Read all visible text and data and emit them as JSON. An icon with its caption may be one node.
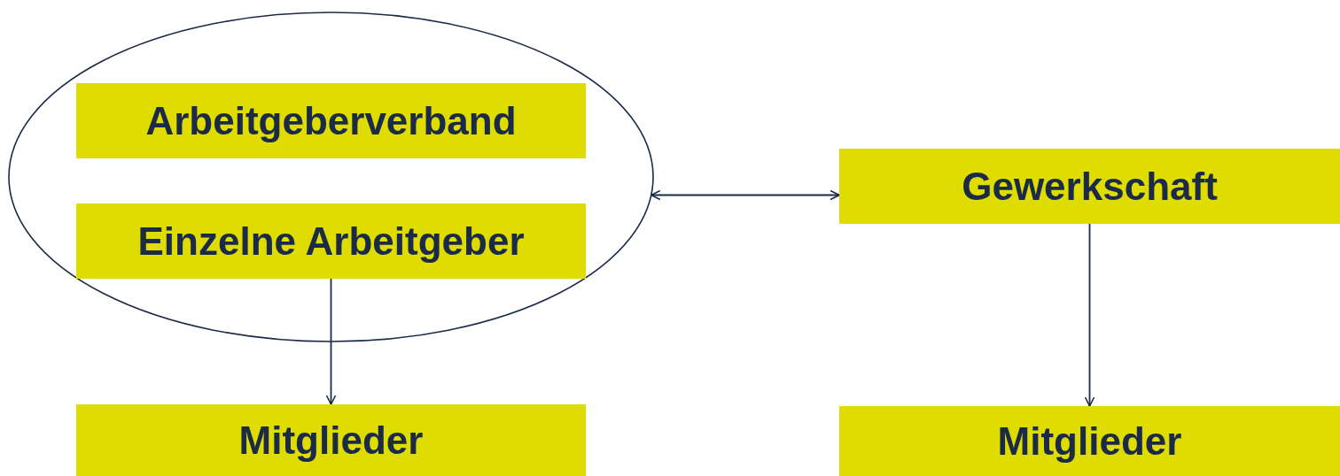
{
  "diagram": {
    "nodes": [
      {
        "text": [],
        "shape": "ellipse"
      },
      {
        "text": [
          "Arbeitgeberverband"
        ],
        "in": 0
      },
      {
        "text": [
          "Einzelne Arbeitgeber"
        ],
        "in": 0
      },
      {
        "text": [
          "Gewerkschaft"
        ]
      },
      {
        "text": [
          "Mitglieder"
        ]
      },
      {
        "text": [
          "Mitglieder"
        ]
      }
    ],
    "edges": [
      {
        "from": 0,
        "to": 3,
        "arrow": "both"
      },
      {
        "from": 2,
        "to": 4,
        "arrow": "to"
      },
      {
        "from": 3,
        "to": 5,
        "arrow": "to"
      }
    ]
  }
}
